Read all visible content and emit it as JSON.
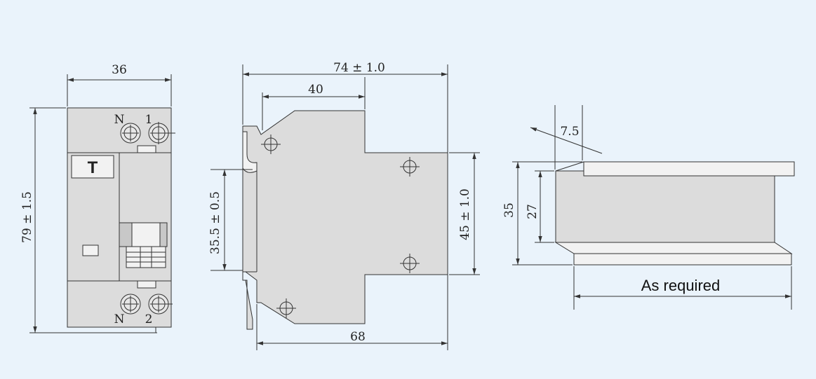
{
  "front_view": {
    "width_dim": "36",
    "height_dim": "79 ± 1.5",
    "top_label_n": "N",
    "top_label_1": "1",
    "bottom_label_n": "N",
    "bottom_label_2": "2",
    "test_button": "T"
  },
  "side_view": {
    "overall_dim": "74 ± 1.0",
    "upper_dim": "40",
    "bottom_dim": "68",
    "left_dim": "35.5 ± 0.5",
    "right_dim": "45 ± 1.0"
  },
  "rail_view": {
    "top_dim": "7.5",
    "outer_height_dim": "35",
    "inner_height_dim": "27",
    "length_label": "As required"
  }
}
